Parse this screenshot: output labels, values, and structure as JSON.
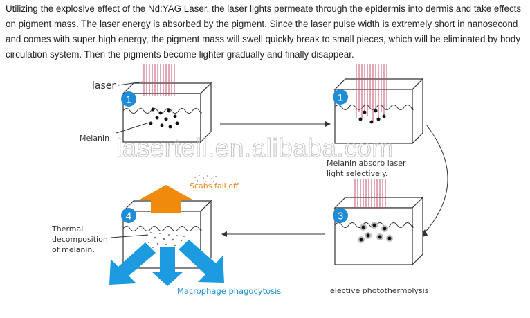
{
  "intro": "Utilizing the explosive effect of the Nd:YAG Laser, the laser lights permeate through the epidermis into dermis and take effects on pigment mass. The laser energy is absorbed by the pigment. Since the laser pulse width is extremely short in nanosecond and comes with super high energy, the pigment mass will swell quickly  break to small pieces, which will be eliminated by  body circulation system. Then the pigments become lighter gradually and finally disappear.",
  "labels": {
    "laser": "laser",
    "melanin": "Melanin",
    "absorb_line1": "Melanin absorb laser",
    "absorb_line2": "light selectively.",
    "scabs": "Scabs fall off",
    "thermal_line1": "Thermal",
    "thermal_line2": "decomposition",
    "thermal_line3": "of melanin.",
    "macrophage": "Macrophage phagocytosis",
    "elective": "elective photothermolysis"
  },
  "steps": [
    "1",
    "1",
    "3",
    "4"
  ],
  "watermark": "lasertell.en.alibaba.com",
  "colors": {
    "badge": "#1f8dd6",
    "laser_lines": "#c0506a",
    "arrow_up": "#f08a0c",
    "arrow_blue": "#1d9be0",
    "scabs_text": "#e8891b",
    "macrophage_text": "#1a8fd0"
  }
}
